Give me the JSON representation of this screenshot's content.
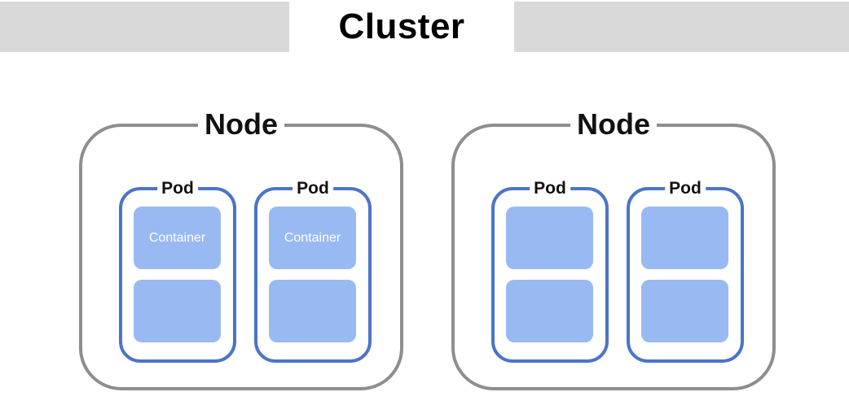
{
  "cluster": {
    "title": "Cluster"
  },
  "nodes": [
    {
      "label": "Node",
      "pods": [
        {
          "label": "Pod",
          "containers": [
            "Container",
            ""
          ]
        },
        {
          "label": "Pod",
          "containers": [
            "Container",
            ""
          ]
        }
      ]
    },
    {
      "label": "Node",
      "pods": [
        {
          "label": "Pod",
          "containers": [
            "",
            ""
          ]
        },
        {
          "label": "Pod",
          "containers": [
            "",
            ""
          ]
        }
      ]
    }
  ],
  "colors": {
    "cluster_bar": "#d9d9d9",
    "node_border": "#8e8e8e",
    "pod_border": "#4c74c9",
    "container_fill": "#99b9f3"
  }
}
